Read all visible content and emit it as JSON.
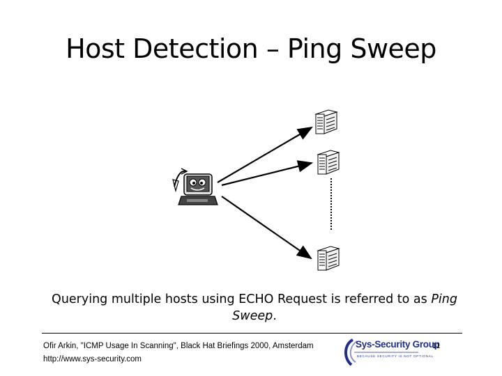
{
  "slide": {
    "title": "Host Detection – Ping Sweep",
    "caption_text": "Querying multiple hosts using ECHO Request is referred to as ",
    "caption_emphasis": "Ping Sweep",
    "caption_end": "."
  },
  "diagram": {
    "source_icon": "attacker-computer-icon",
    "target_icon": "server-icon"
  },
  "footer": {
    "citation": "Ofir Arkin, \"ICMP Usage In Scanning\", Black Hat Briefings 2000, Amsterdam",
    "url": "http://www.sys-security.com",
    "page_number": "11"
  },
  "logo": {
    "name": "Sys-Security Group",
    "tagline": "BECAUSE SECURITY IS NOT OPTIONAL",
    "color": "#1f2f86"
  }
}
